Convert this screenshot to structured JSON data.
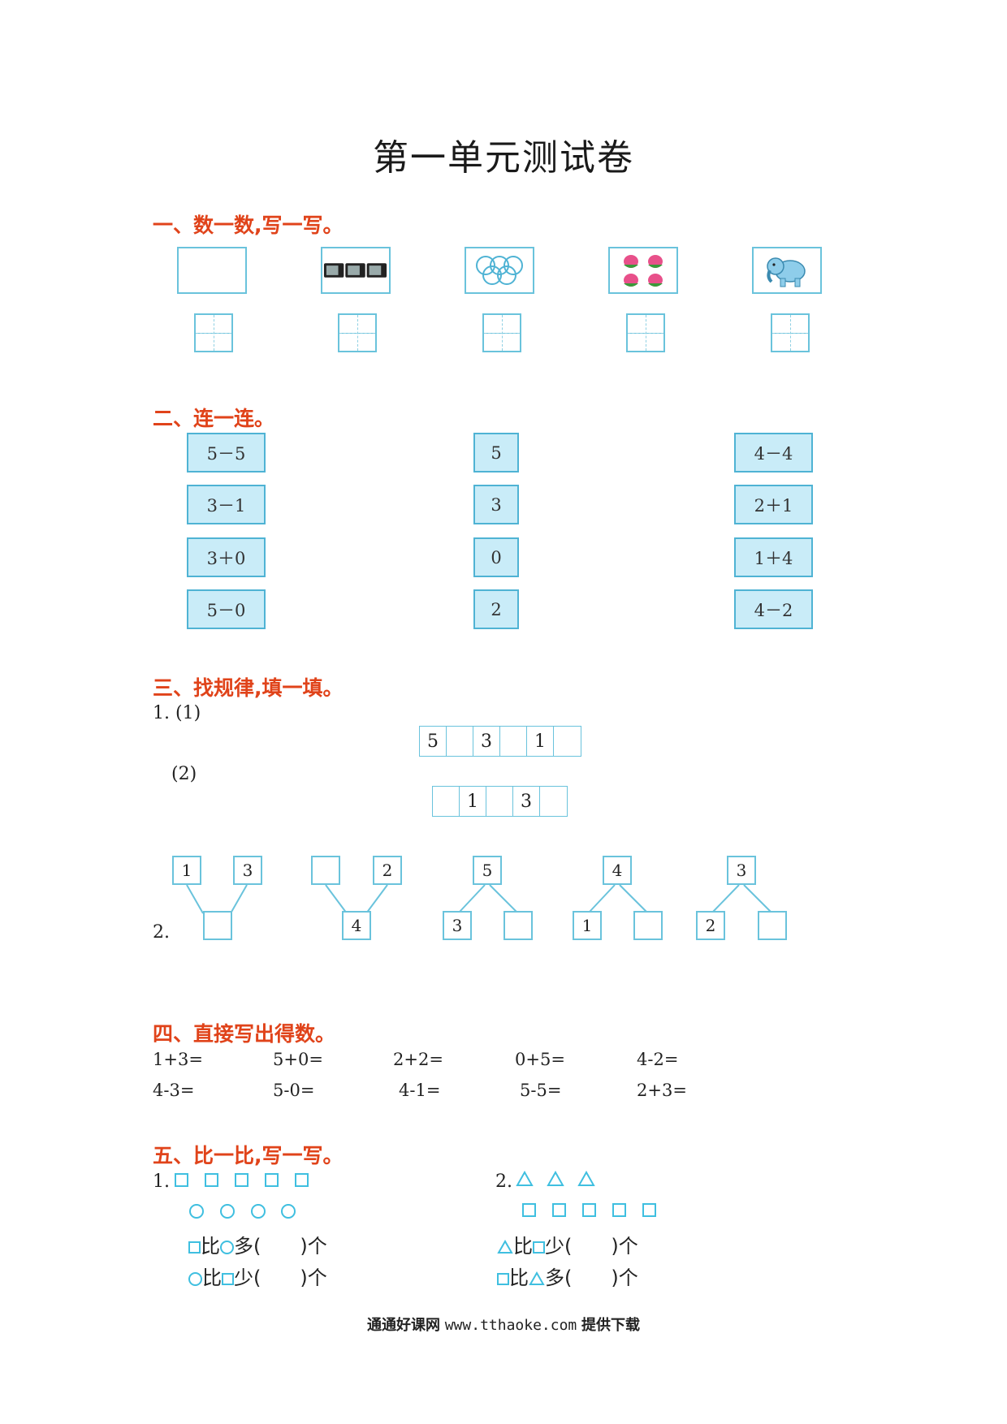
{
  "title": "第一单元测试卷",
  "section1": {
    "title": "一、数一数,写一写。",
    "pictures": [
      "empty",
      "televisions",
      "olympic-rings",
      "peaches",
      "elephant"
    ]
  },
  "section2": {
    "title": "二、连一连。",
    "left": [
      "5－5",
      "3－1",
      "3＋0",
      "5－0"
    ],
    "middle": [
      "5",
      "3",
      "0",
      "2"
    ],
    "right": [
      "4－4",
      "2＋1",
      "1＋4",
      "4－2"
    ]
  },
  "section3": {
    "title": "三、找规律,填一填。",
    "q1_label": "1. (1)",
    "seq1": [
      "5",
      "",
      "3",
      "",
      "1",
      ""
    ],
    "q1_sub2": "(2)",
    "seq2": [
      "",
      "1",
      "",
      "3",
      ""
    ],
    "q2_label": "2.",
    "trees": [
      {
        "top": [
          "1",
          "3"
        ],
        "bottom": [
          ""
        ]
      },
      {
        "top": [
          "",
          "2"
        ],
        "bottom": [
          "4"
        ]
      },
      {
        "top": [
          "5"
        ],
        "bottom": [
          "3",
          ""
        ]
      },
      {
        "top": [
          "4"
        ],
        "bottom": [
          "1",
          ""
        ]
      },
      {
        "top": [
          "3"
        ],
        "bottom": [
          "2",
          ""
        ]
      }
    ]
  },
  "section4": {
    "title": "四、直接写出得数。",
    "row1": [
      "1+3=",
      "5+0=",
      "2+2=",
      "0+5=",
      "4-2="
    ],
    "row2": [
      "4-3=",
      "5-0=",
      "4-1=",
      "5-5=",
      "2+3="
    ]
  },
  "section5": {
    "title": "五、比一比,写一写。",
    "q1_label": "1.",
    "q2_label": "2.",
    "q1_line1": "比",
    "q1_line1_end": "多(　　)个",
    "q1_line2": "比",
    "q1_line2_end": "少(　　)个",
    "q2_line1": "比",
    "q2_line1_end": "少(　　)个",
    "q2_line2": "比",
    "q2_line2_end": "多(　　)个"
  },
  "footer": {
    "brand": "通通好课网",
    "url": "www.tthaoke.com",
    "suffix": "提供下载"
  },
  "colors": {
    "accent": "#e0431a",
    "box_border": "#6ac3dc",
    "card_fill": "#c9ecf8"
  }
}
